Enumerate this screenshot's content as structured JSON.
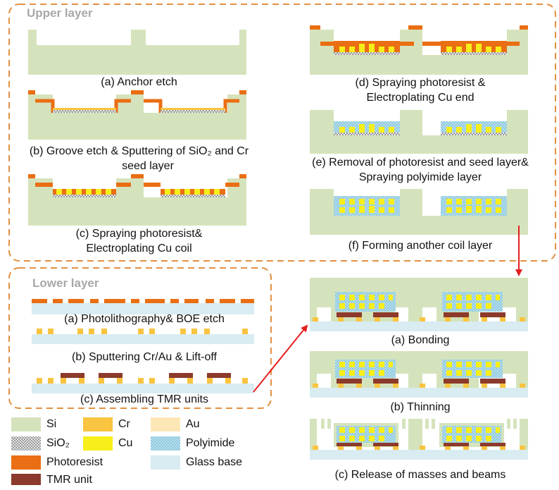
{
  "sections": {
    "upper": "Upper layer",
    "lower": "Lower layer"
  },
  "upper_captions": {
    "a": "(a) Anchor etch",
    "b1": "(b) Groove etch & Sputtering of SiO₂ and Cr",
    "b2": "seed layer",
    "c1": "(c) Spraying photoresist&",
    "c2": "Electroplating Cu coil",
    "d1": "(d) Spraying photoresist &",
    "d2": "Electroplating Cu end",
    "e1": "(e) Removal of photoresist and seed layer&",
    "e2": "Spraying polyimide layer",
    "f": "(f) Forming another coil layer"
  },
  "lower_captions": {
    "a": "(a) Photolithography& BOE etch",
    "b": "(b) Sputtering Cr/Au & Lift-off",
    "c": "(c) Assembling TMR units"
  },
  "assembly_captions": {
    "a": "(a) Bonding",
    "b": "(b) Thinning",
    "c": "(c) Release of masses and beams"
  },
  "legend": [
    {
      "label": "Si",
      "color": "#d5e3bc",
      "icon": "si-swatch"
    },
    {
      "label": "Cr",
      "color": "#f9c440",
      "icon": "cr-swatch"
    },
    {
      "label": "Au",
      "color": "#fde7b7",
      "icon": "au-swatch"
    },
    {
      "label": "SiO₂",
      "color": "#bdbdbd",
      "icon": "sio2-swatch"
    },
    {
      "label": "Cu",
      "color": "#f7ee1a",
      "icon": "cu-swatch"
    },
    {
      "label": "Polyimide",
      "color": "#8ec9df",
      "icon": "polyimide-swatch"
    },
    {
      "label": "Photoresist",
      "color": "#ea6e13",
      "icon": "photoresist-swatch"
    },
    {
      "label": "Glass base",
      "color": "#d8ecf2",
      "icon": "glass-swatch"
    },
    {
      "label": "TMR unit",
      "color": "#8b3a2b",
      "icon": "tmr-swatch"
    }
  ],
  "colors": {
    "frame": "#e39042",
    "arrow": "#e41f1f"
  }
}
